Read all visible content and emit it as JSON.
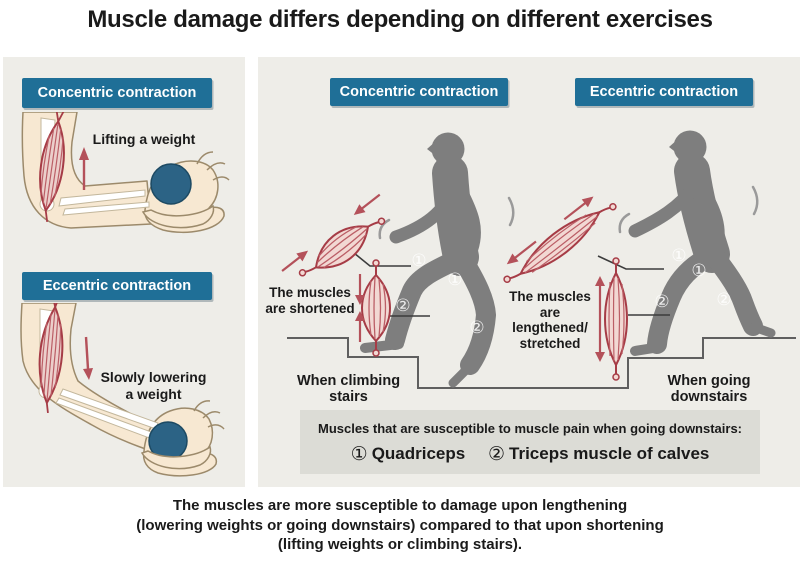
{
  "title": "Muscle damage differs depending on different exercises",
  "colors": {
    "header_bg": "#1f6f97",
    "panel_bg": "#eeede8",
    "note_bg": "#dcdcd6",
    "silhouette_gray": "#7e7e7e",
    "muscle_outline_red": "#a63c46",
    "muscle_fill_pink": "#f2d8d3",
    "arrow_red": "#b4515a",
    "ball_blue": "#2c6385",
    "skin": "#f7e8d2"
  },
  "left_panel": {
    "concentric": {
      "header": "Concentric contraction",
      "caption": "Lifting a weight"
    },
    "eccentric": {
      "header": "Eccentric contraction",
      "caption_lines": [
        "Slowly lowering",
        "a weight"
      ]
    }
  },
  "right_panel": {
    "concentric": {
      "header": "Concentric contraction",
      "muscle_state_lines": [
        "The muscles",
        "are shortened"
      ],
      "stair_label": "When climbing stairs"
    },
    "eccentric": {
      "header": "Eccentric contraction",
      "muscle_state_lines": [
        "The muscles",
        "are",
        "lengthened/",
        "stretched"
      ],
      "stair_label": "When going downstairs"
    },
    "markers": {
      "quadriceps": "①",
      "calves": "②"
    },
    "note_box": {
      "intro": "Muscles that are susceptible to muscle pain when going downstairs:",
      "items": [
        {
          "num": "①",
          "label": "Quadriceps"
        },
        {
          "num": "②",
          "label": "Triceps muscle of calves"
        }
      ]
    }
  },
  "footer_lines": [
    "The muscles are more susceptible to damage upon lengthening",
    "(lowering weights or going downstairs) compared to that upon shortening",
    "(lifting weights or climbing stairs)."
  ]
}
